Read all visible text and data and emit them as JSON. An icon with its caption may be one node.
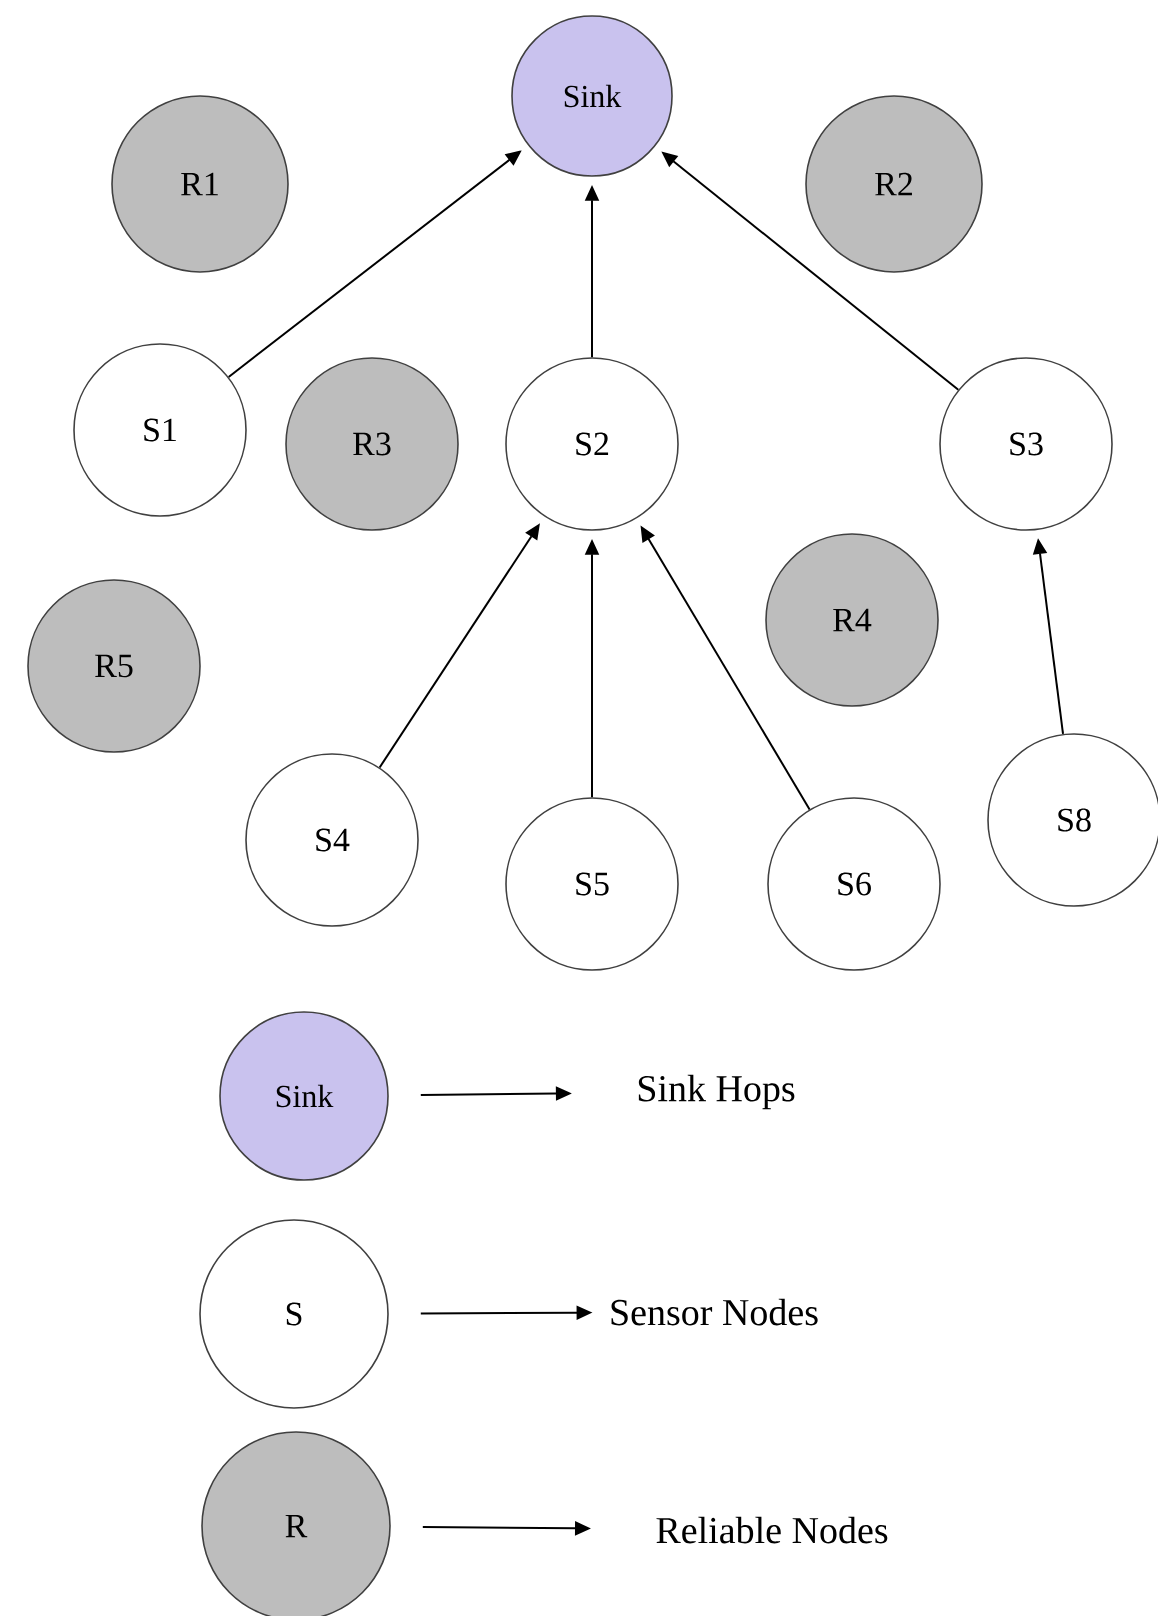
{
  "diagram": {
    "nodes": [
      {
        "text": [
          "Sink"
        ]
      },
      {
        "text": [
          "R1"
        ]
      },
      {
        "text": [
          "R2"
        ]
      },
      {
        "text": [
          "S1"
        ]
      },
      {
        "text": [
          "R3"
        ]
      },
      {
        "text": [
          "S2"
        ]
      },
      {
        "text": [
          "S3"
        ]
      },
      {
        "text": [
          "R4"
        ]
      },
      {
        "text": [
          "R5"
        ]
      },
      {
        "text": [
          "S4"
        ]
      },
      {
        "text": [
          "S5"
        ]
      },
      {
        "text": [
          "S6"
        ]
      },
      {
        "text": [
          "S8"
        ]
      },
      {
        "text": [
          "Sink"
        ]
      },
      {
        "text": [
          "Sink Hops"
        ]
      },
      {
        "text": [
          "S"
        ]
      },
      {
        "text": [
          "Sensor Nodes"
        ]
      },
      {
        "text": [
          "R"
        ]
      },
      {
        "text": [
          "Reliable Nodes"
        ]
      }
    ],
    "edges": [
      {
        "from": 3,
        "to": 0,
        "arrow": "to"
      },
      {
        "from": 5,
        "to": 0,
        "arrow": "to"
      },
      {
        "from": 6,
        "to": 0,
        "arrow": "to"
      },
      {
        "from": 9,
        "to": 5,
        "arrow": "to"
      },
      {
        "from": 10,
        "to": 5,
        "arrow": "to"
      },
      {
        "from": 11,
        "to": 5,
        "arrow": "to"
      },
      {
        "from": 12,
        "to": 6,
        "arrow": "to"
      },
      {
        "from": 13,
        "to": 14,
        "arrow": "to"
      },
      {
        "from": 15,
        "to": 16,
        "arrow": "to"
      },
      {
        "from": 17,
        "to": 18,
        "arrow": "to"
      }
    ]
  }
}
